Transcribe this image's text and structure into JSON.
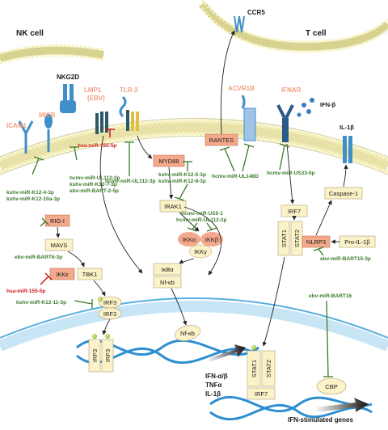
{
  "colors": {
    "mirna_green": "#3a7a2a",
    "mirna_red": "#cc1a1a",
    "receptor_salmon": "#f0a080",
    "protein_salmon": "#f4a98c",
    "protein_cream": "#fbf2c8",
    "membrane_head": "#f7f3c0",
    "receptor_blue": "#3f8fc8",
    "dna_blue": "#3a9ad9"
  },
  "icons": [
    "membrane-icon",
    "receptor-icon",
    "dna-helix-icon",
    "inhibition-icon",
    "arrow-icon",
    "phosphate-icon"
  ],
  "headings": {
    "nk_cell": "NK cell",
    "t_cell": "T cell",
    "nkg2d": "NKG2D",
    "ccr5": "CCR5",
    "micb": "MICB",
    "icam1": "ICAM1",
    "lmp1": "LMP1",
    "ebv": "(EBV)",
    "tlr2": "TLR-2",
    "acvr1b": "ACVR1B",
    "ifnar": "IFNAR",
    "ifn_beta": "IFN-β",
    "il1b": "IL-1β"
  },
  "proteins": {
    "rantes": "RANTES",
    "myd88": "MYD88",
    "irak1": "IRAK1",
    "ikka": "IKKα",
    "ikkb": "IKKβ",
    "ikkg": "IKKγ",
    "ikba": "IκBα",
    "nfkb": "Nf-κb",
    "nfkb_nucleus": "Nf-κb",
    "rigi": "RIG-I",
    "mavs": "MAVS",
    "tbk1": "TBK1",
    "ikke": "IKKε",
    "irf3_a": "IRF3",
    "irf3_b": "IRF3",
    "irf3_n1": "IRF3",
    "irf3_n2": "IRF3",
    "irf7": "IRF7",
    "stat1": "STAT1",
    "stat2": "STAT2",
    "stat1_n": "STAT1",
    "stat2_n": "STAT2",
    "irf7_n": "IRF7",
    "cbp": "CBP",
    "caspase1": "Caspase-1",
    "nlrp3": "NLRP3",
    "pro_il1b": "Pro-IL-1β"
  },
  "mirnas": {
    "g1_l1": "hcmv-miR-UL112-3p",
    "g1_l2": "kshv-miR-K12-7-3p",
    "g1_l3": "ebv-miR-BART-2-5p",
    "g2_l1": "kshv-miR-K12-4-3p",
    "g2_l2": "kshv-miR-K12-10a-3p",
    "hsa155_a": "hsa-miR-155-5p",
    "ul112_b": "hcmv-miR-UL112-3p",
    "myd_l1": "kshv-miR-K12-5-3p",
    "myd_l2": "kshv-miR-K12-9-3p",
    "ul148d": "hcmv-miR-UL148D",
    "us33": "hcmv-miR-US33-5p",
    "us5_l1": "hcmv-miR-US5-1",
    "us5_l2": "hcmv-miR-UL112-3p",
    "bart6": "ebv-miR-BART6-3p",
    "hsa155_b": "hsa-miR-155-5p",
    "k11": "kshv-miR-K12-11-3p",
    "bart15": "ebv-miR-BART15-3p",
    "bart16": "ebv-miR-BART16"
  },
  "outputs": {
    "l1": "IFN-α/β",
    "l2": "TNFα",
    "l3": "IL-1β",
    "genes": "IFN-stimulated genes"
  }
}
